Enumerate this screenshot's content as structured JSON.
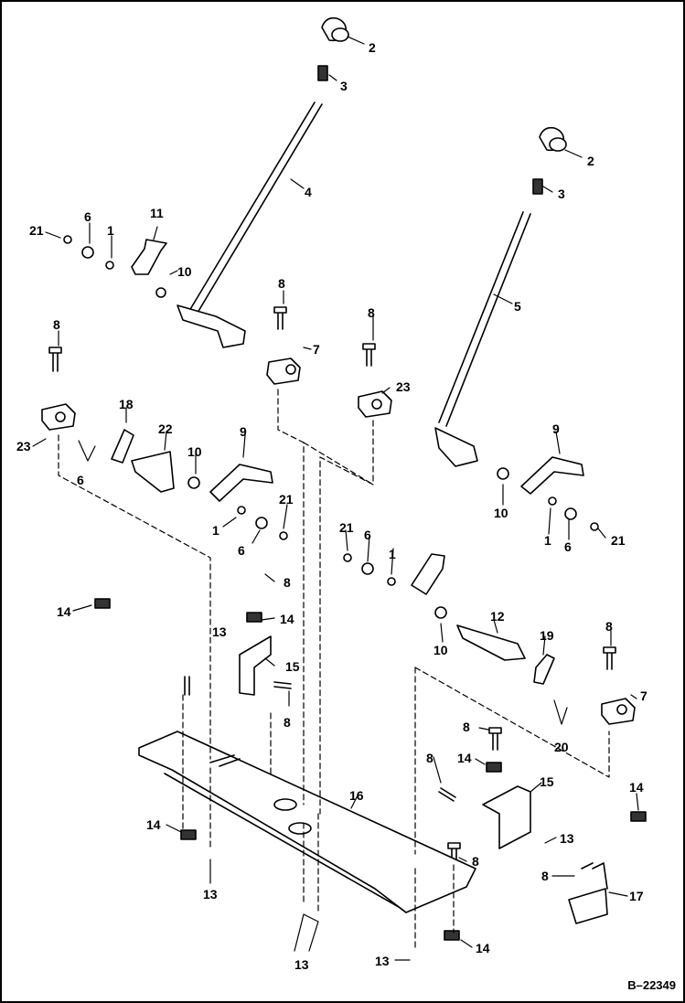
{
  "figure_number": "B–22349",
  "callouts": {
    "c2a": "2",
    "c3a": "3",
    "c4": "4",
    "c2b": "2",
    "c3b": "3",
    "c5": "5",
    "c21a": "21",
    "c6a": "6",
    "c1a": "1",
    "c11": "11",
    "c10a": "10",
    "c8a": "8",
    "c7a": "7",
    "c8b": "8",
    "c23a": "23",
    "c18": "18",
    "c22": "22",
    "c10b": "10",
    "c9a": "9",
    "c6b": "6",
    "c21b": "21",
    "c1b": "1",
    "c6c": "6",
    "c8c": "8",
    "c23b": "23",
    "c9b": "9",
    "c10c": "10",
    "c1c": "1",
    "c6d": "6",
    "c21c": "21",
    "c21d": "21",
    "c6e": "6",
    "c1d": "1",
    "c14a": "14",
    "c8d": "8",
    "c14b": "14",
    "c13a": "13",
    "c15a": "15",
    "c8e": "8",
    "c12": "12",
    "c10d": "10",
    "c8f": "8",
    "c19": "19",
    "c7b": "7",
    "c20": "20",
    "c8g": "8",
    "c14c": "14",
    "c8h": "8",
    "c15b": "15",
    "c16": "16",
    "c14d": "14",
    "c14e": "14",
    "c13b": "13",
    "c13c": "13",
    "c8i": "8",
    "c8j": "8",
    "c17": "17",
    "c13d": "13",
    "c14f": "14",
    "c13e": "13"
  }
}
